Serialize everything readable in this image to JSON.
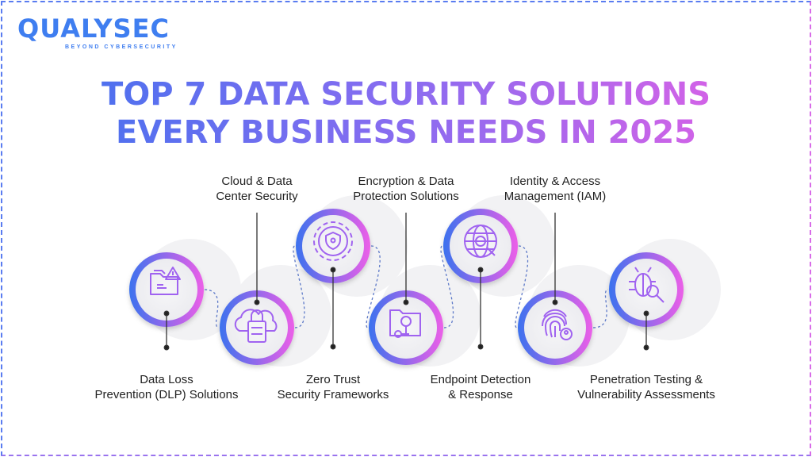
{
  "logo": {
    "name": "QUALYSEC",
    "tagline": "BEYOND CYBERSECURITY"
  },
  "title": {
    "line1": "TOP 7 DATA SECURITY SOLUTIONS",
    "line2": "EVERY BUSINESS NEEDS IN 2025"
  },
  "colors": {
    "blue": "#3c72ee",
    "pink": "#ea5fe4",
    "icon": "#9a62f0"
  },
  "solutions": [
    {
      "line1": "Data Loss",
      "line2": "Prevention (DLP) Solutions",
      "icon": "folder-warning-icon"
    },
    {
      "line1": "Cloud & Data",
      "line2": "Center Security",
      "icon": "cloud-lock-icon"
    },
    {
      "line1": "Zero Trust",
      "line2": "Security Frameworks",
      "icon": "gear-shield-icon"
    },
    {
      "line1": "Encryption & Data",
      "line2": "Protection Solutions",
      "icon": "folder-key-icon"
    },
    {
      "line1": "Endpoint Detection",
      "line2": "& Response",
      "icon": "globe-search-icon"
    },
    {
      "line1": "Identity & Access",
      "line2": "Management (IAM)",
      "icon": "fingerprint-user-icon"
    },
    {
      "line1": "Penetration Testing &",
      "line2": "Vulnerability Assessments",
      "icon": "bug-search-icon"
    }
  ]
}
